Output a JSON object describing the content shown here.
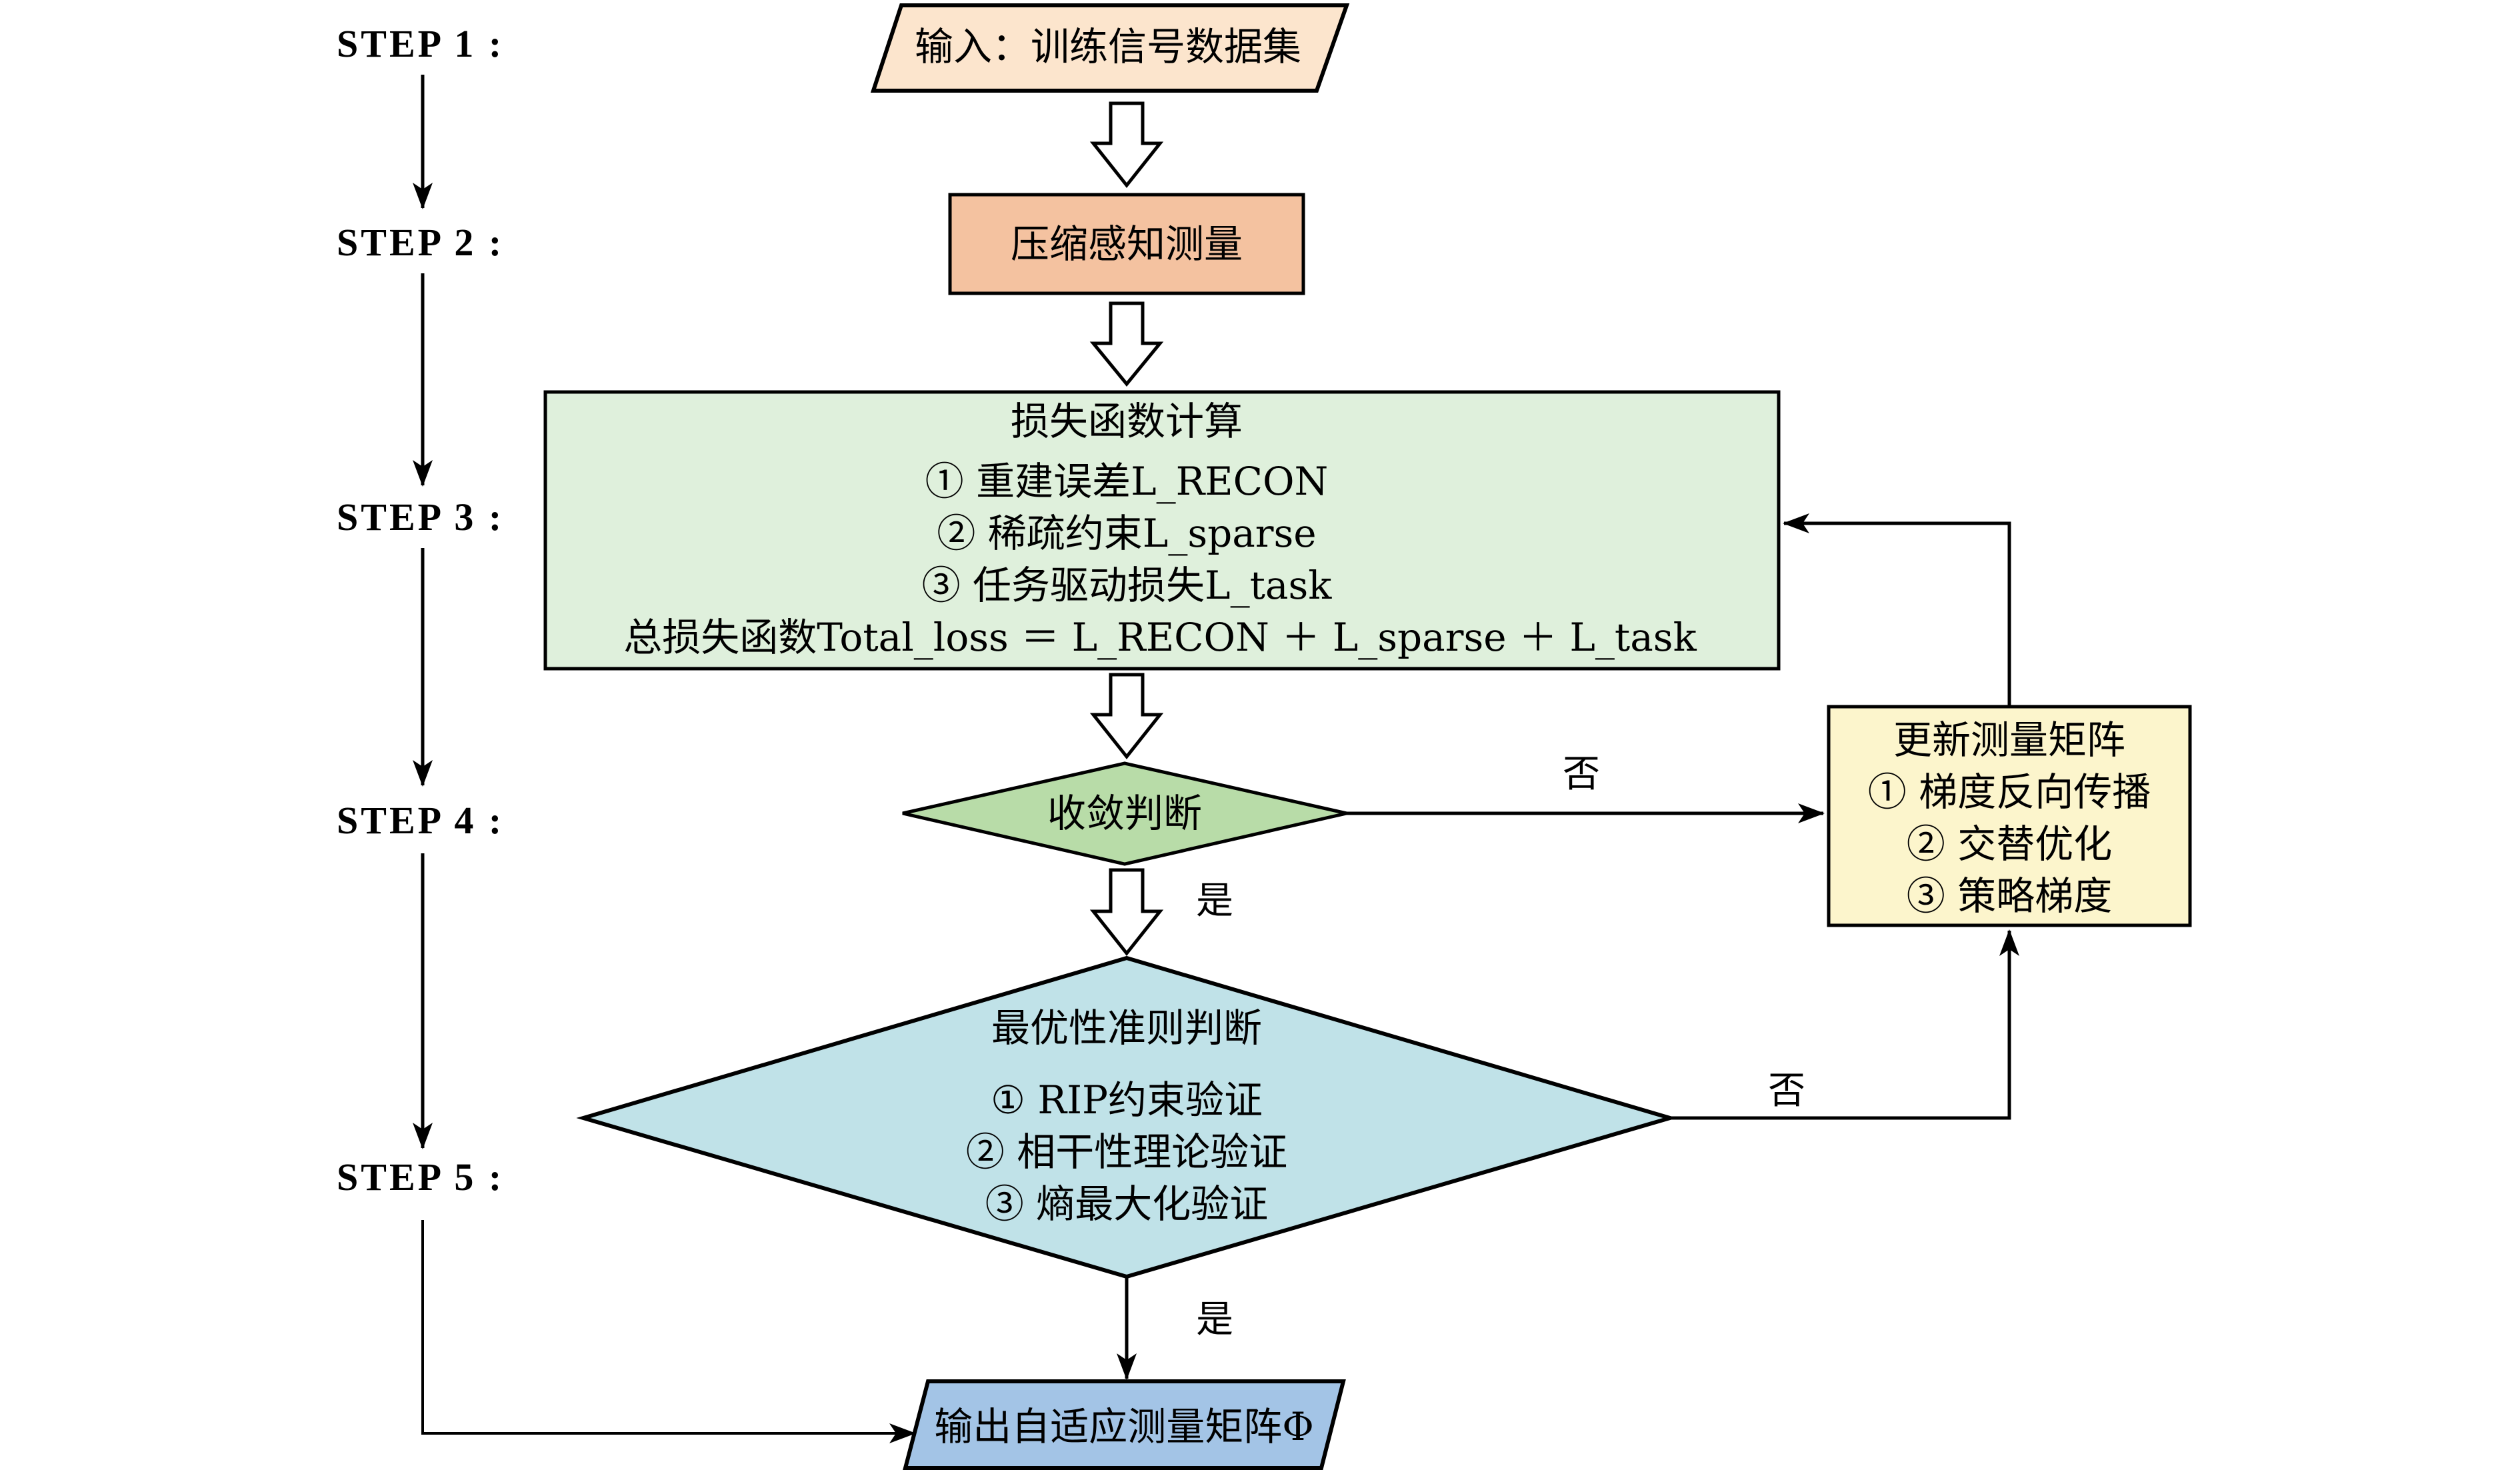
{
  "colors": {
    "input_fill": "#fce5cd",
    "compress_fill": "#f4c2a0",
    "loss_fill": "#dff0dc",
    "converge_fill": "#b8dca8",
    "update_fill": "#fcf5cc",
    "optimal_fill": "#c0e2e8",
    "output_fill": "#a3c4e6",
    "stroke": "#000000"
  },
  "steps": [
    {
      "label": "STEP  1 :"
    },
    {
      "label": "STEP  2 :"
    },
    {
      "label": "STEP  3 :"
    },
    {
      "label": "STEP  4 :"
    },
    {
      "label": "STEP  5 :"
    }
  ],
  "nodes": {
    "input": {
      "text": "输入：训练信号数据集"
    },
    "compress": {
      "text": "压缩感知测量"
    },
    "loss": {
      "title": "损失函数计算",
      "items": [
        "① 重建误差L_RECON",
        "② 稀疏约束L_sparse",
        "③ 任务驱动损失L_task"
      ],
      "total": "总损失函数Total_loss ＝ L_RECON ＋ L_sparse ＋ L_task"
    },
    "converge": {
      "text": "收敛判断"
    },
    "update": {
      "title": "更新测量矩阵",
      "items": [
        "① 梯度反向传播",
        "② 交替优化",
        "③ 策略梯度"
      ]
    },
    "optimal": {
      "title": "最优性准则判断",
      "items": [
        "① RIP约束验证",
        "② 相干性理论验证",
        "③ 熵最大化验证"
      ]
    },
    "output": {
      "text": "输出自适应测量矩阵Φ"
    }
  },
  "edge_labels": {
    "converge_no": "否",
    "converge_yes": "是",
    "optimal_no": "否",
    "optimal_yes": "是"
  }
}
